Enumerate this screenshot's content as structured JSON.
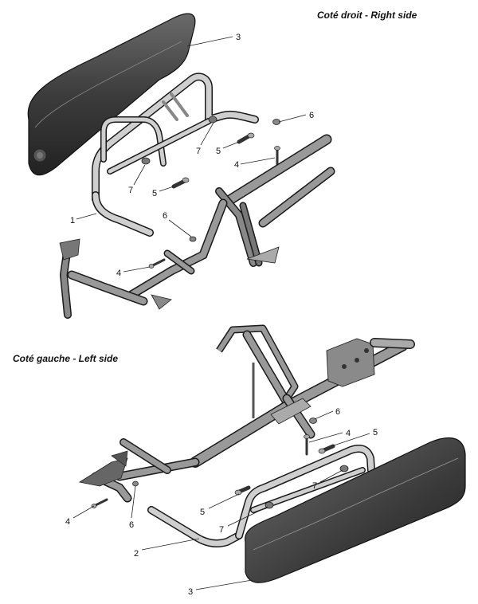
{
  "titles": {
    "right_side": "Coté droit - Right side",
    "left_side": "Coté gauche - Left side"
  },
  "callouts": {
    "right": {
      "bumper_pad": "3",
      "nut_a": "6",
      "washer_a": "7",
      "spacer_a": "5",
      "bolt_a": "4",
      "washer_b": "7",
      "spacer_b": "5",
      "bar": "1",
      "nut_b": "6",
      "bolt_b": "4"
    },
    "left": {
      "nut_a": "6",
      "bolt_a": "4",
      "spacer_a": "5",
      "washer_a": "7",
      "spacer_b": "5",
      "bolt_b": "4",
      "nut_b": "6",
      "washer_b": "7",
      "bar": "2",
      "bumper_pad": "3"
    }
  },
  "colors": {
    "pad_dark": "#3a3a3a",
    "pad_mid": "#5a5a5a",
    "tube_fill": "#9a9a9a",
    "tube_light": "#c8c8c8",
    "outline": "#1a1a1a"
  }
}
